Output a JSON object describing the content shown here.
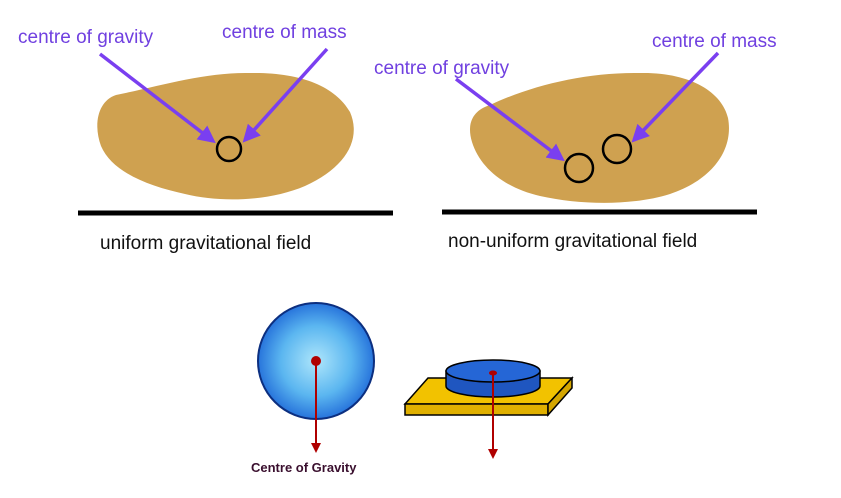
{
  "panels": {
    "uniform": {
      "label_gravity": "centre of gravity",
      "label_mass": "centre of mass",
      "caption": "uniform gravitational field"
    },
    "non_uniform": {
      "label_gravity": "centre of gravity",
      "label_mass": "centre of mass",
      "caption": "non-uniform gravitational field"
    }
  },
  "bottom": {
    "caption": "Centre of Gravity"
  },
  "colors": {
    "blob": "#cfa150",
    "pointer": "#7a3ff0",
    "ground": "#000000",
    "sphere_center": "#aee6fb",
    "sphere_edge": "#1a63d6",
    "red": "#b00000",
    "plate": "#f2c200",
    "disc": "#1f56c0"
  }
}
